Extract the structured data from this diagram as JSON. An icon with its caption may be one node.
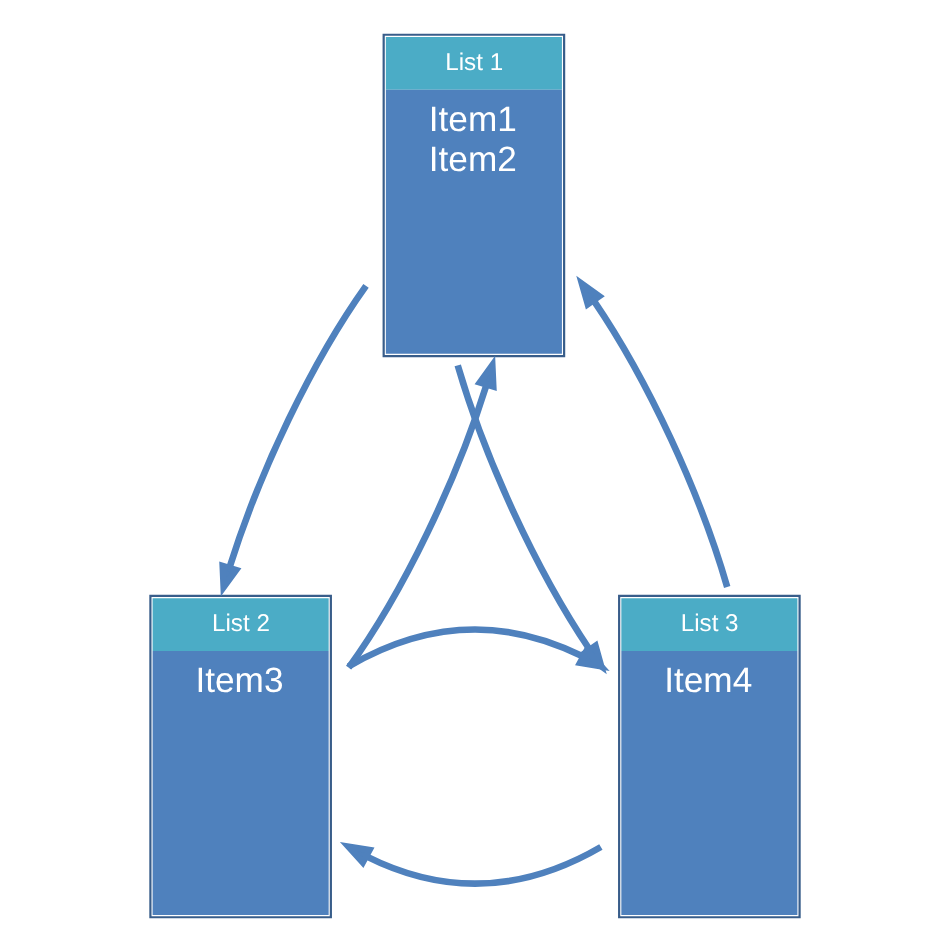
{
  "diagram": {
    "nodes": [
      {
        "text": [
          "List 1",
          "Item1",
          "Item2"
        ]
      },
      {
        "text": [
          "List 2",
          "Item3"
        ]
      },
      {
        "text": [
          "List 3",
          "Item4"
        ]
      }
    ],
    "edges": [
      {
        "from": 2,
        "to": 0,
        "arrow": "to"
      },
      {
        "from": 0,
        "to": 2,
        "arrow": "to"
      },
      {
        "from": 0,
        "to": 1,
        "arrow": "to"
      },
      {
        "from": 1,
        "to": 0,
        "arrow": "to"
      },
      {
        "from": 2,
        "to": 1,
        "arrow": "to"
      },
      {
        "from": 1,
        "to": 2,
        "arrow": "to"
      }
    ]
  }
}
